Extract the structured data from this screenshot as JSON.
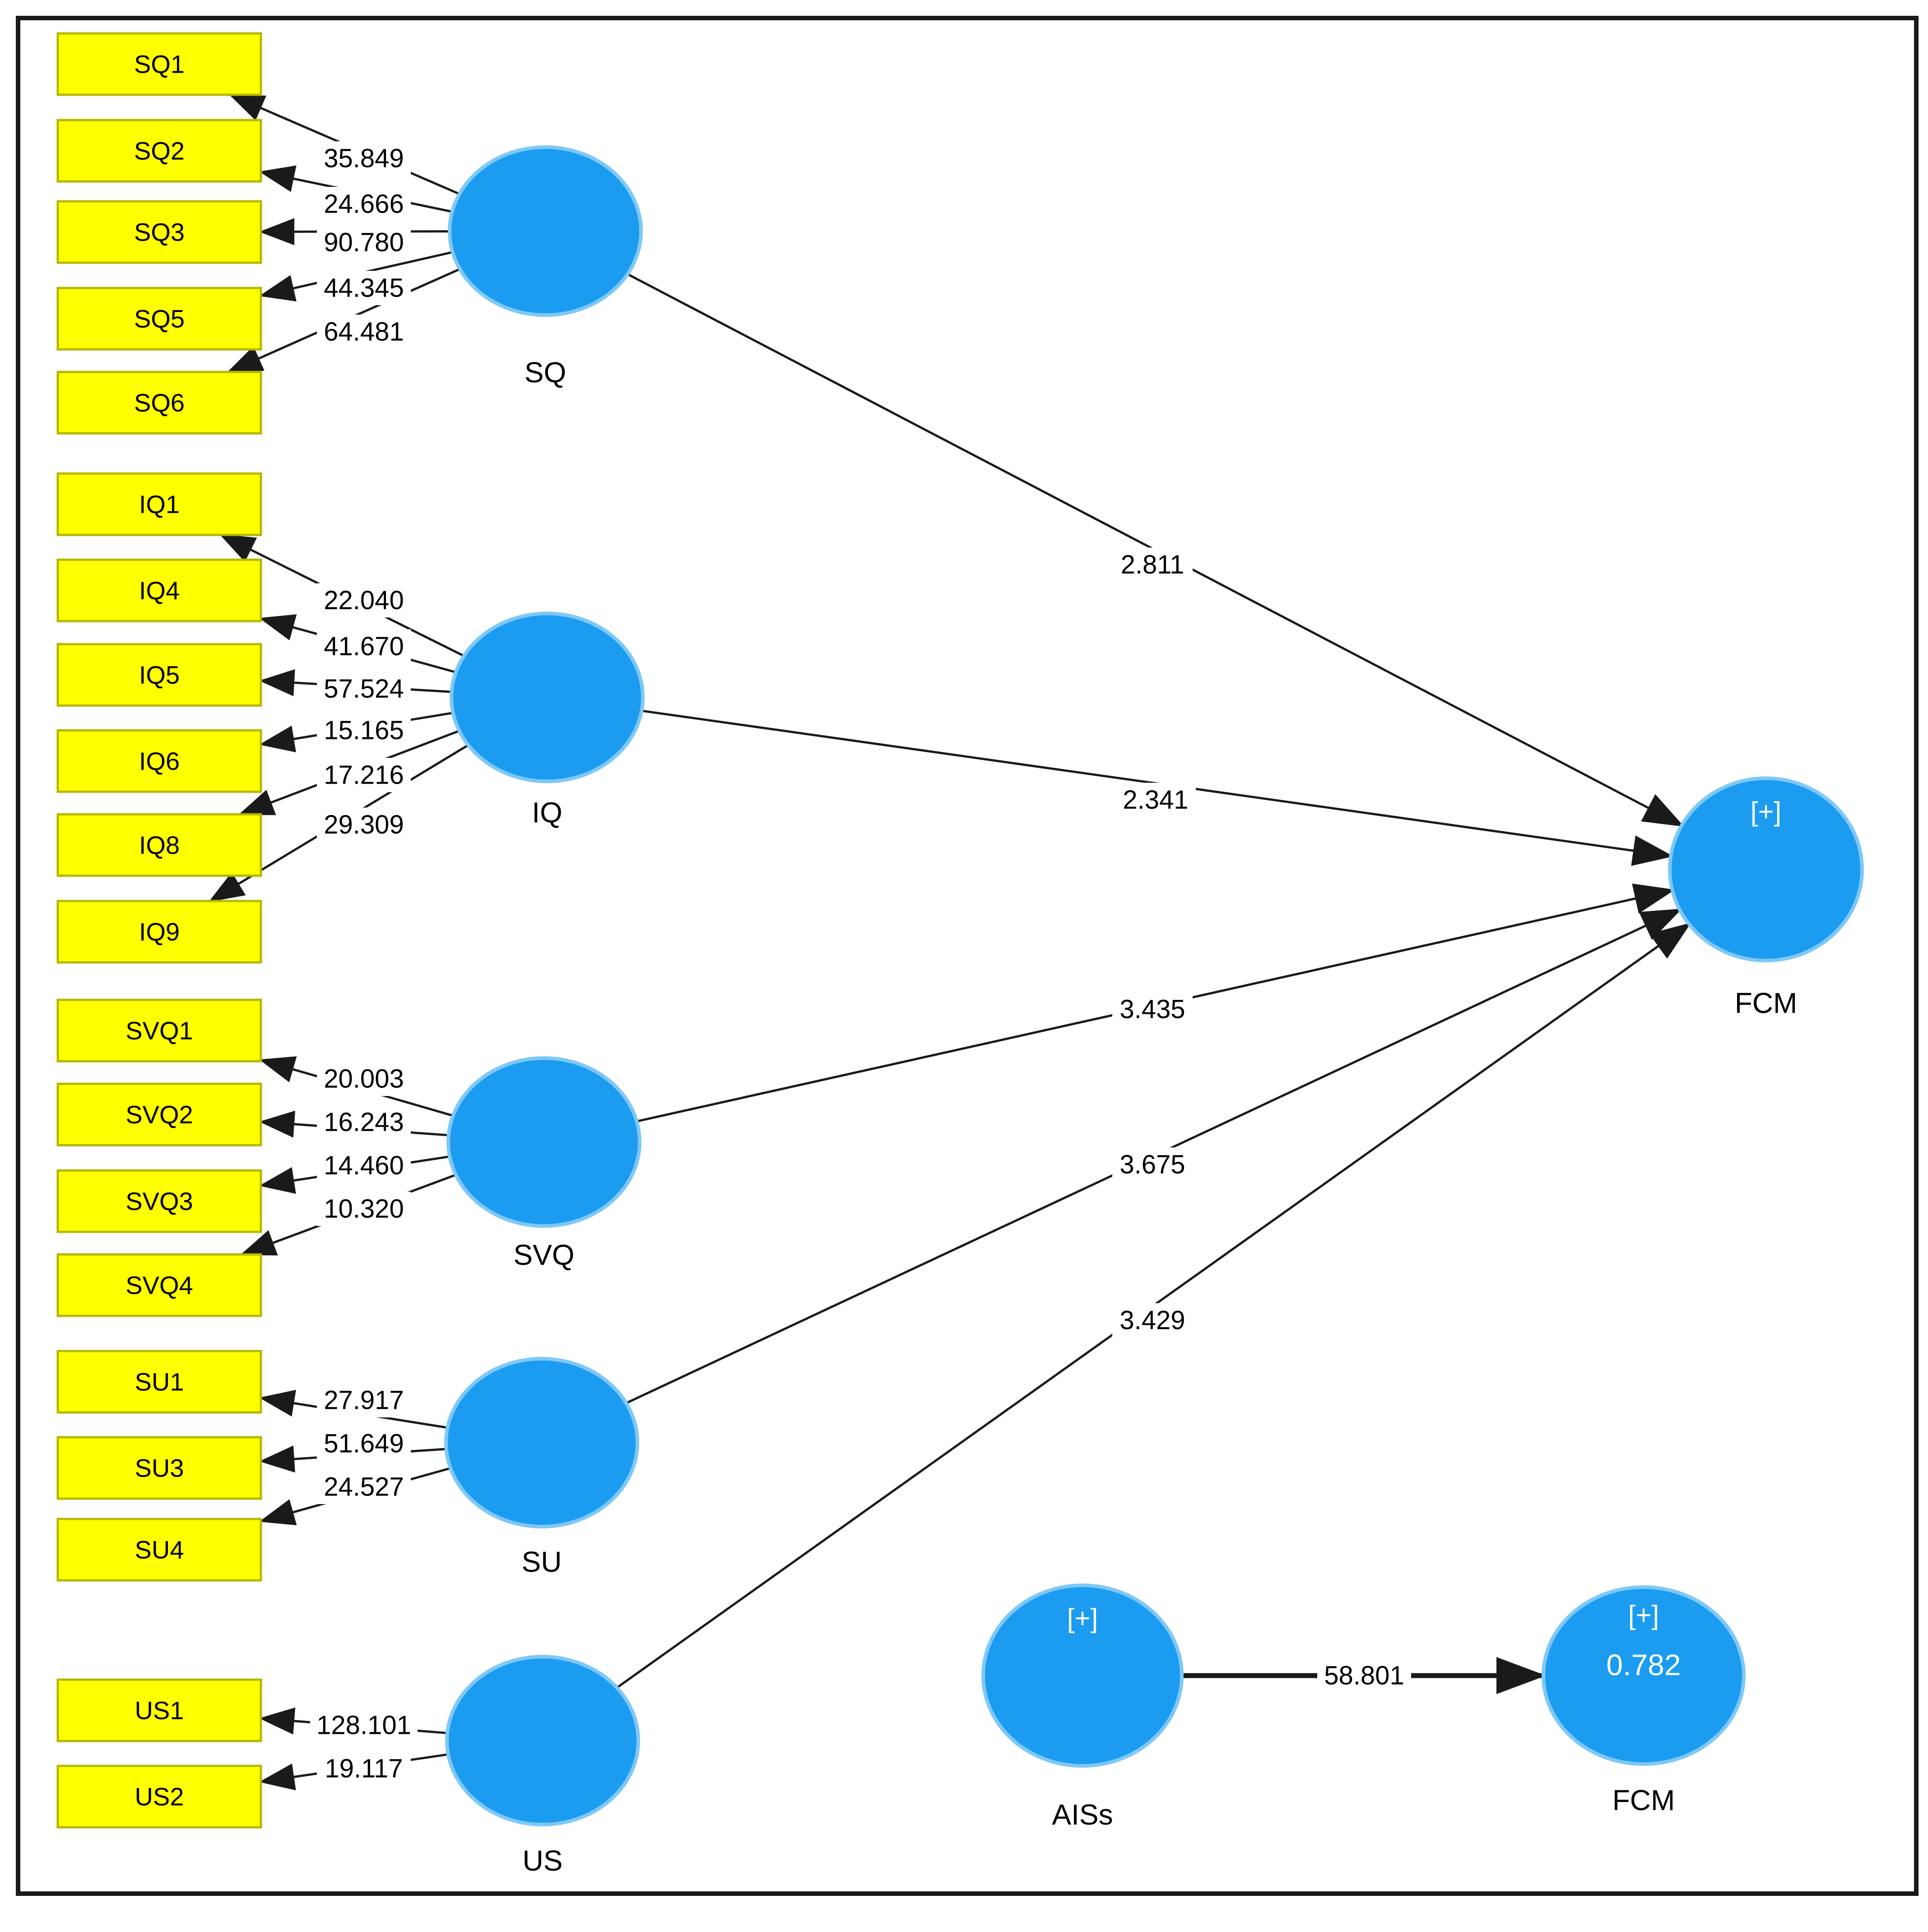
{
  "diagram": {
    "type": "pls-sem-path-model",
    "measurement_groups": [
      {
        "construct": "SQ",
        "path_target": "FCM",
        "path_value": "2.811",
        "indicators": [
          "SQ1",
          "SQ2",
          "SQ3",
          "SQ5",
          "SQ6"
        ],
        "loadings": [
          "35.849",
          "24.666",
          "90.780",
          "44.345",
          "64.481"
        ]
      },
      {
        "construct": "IQ",
        "path_target": "FCM",
        "path_value": "2.341",
        "indicators": [
          "IQ1",
          "IQ4",
          "IQ5",
          "IQ6",
          "IQ8",
          "IQ9"
        ],
        "loadings": [
          "22.040",
          "41.670",
          "57.524",
          "15.165",
          "17.216",
          "29.309"
        ]
      },
      {
        "construct": "SVQ",
        "path_target": "FCM",
        "path_value": "3.435",
        "indicators": [
          "SVQ1",
          "SVQ2",
          "SVQ3",
          "SVQ4"
        ],
        "loadings": [
          "20.003",
          "16.243",
          "14.460",
          "10.320"
        ]
      },
      {
        "construct": "SU",
        "path_target": "FCM",
        "path_value": "3.675",
        "indicators": [
          "SU1",
          "SU3",
          "SU4"
        ],
        "loadings": [
          "27.917",
          "51.649",
          "24.527"
        ]
      },
      {
        "construct": "US",
        "path_target": "FCM",
        "path_value": "3.429",
        "indicators": [
          "US1",
          "US2"
        ],
        "loadings": [
          "128.101",
          "19.117"
        ]
      }
    ],
    "outcome": {
      "label": "FCM",
      "expand_icon": "[+]"
    },
    "secondary_model": {
      "source": {
        "label": "AISs",
        "expand_icon": "[+]"
      },
      "path_value": "58.801",
      "target": {
        "label": "FCM",
        "expand_icon": "[+]",
        "r_squared": "0.782"
      }
    },
    "colors": {
      "construct_fill": "#1B9CF0",
      "construct_halo": "#7EC8F7",
      "indicator_fill": "#FFFF00",
      "indicator_border": "#B3B800",
      "connector": "#1A1A1A",
      "text": "#000000",
      "circle_text": "#FFFFFF",
      "background": "#FFFFFF"
    }
  }
}
